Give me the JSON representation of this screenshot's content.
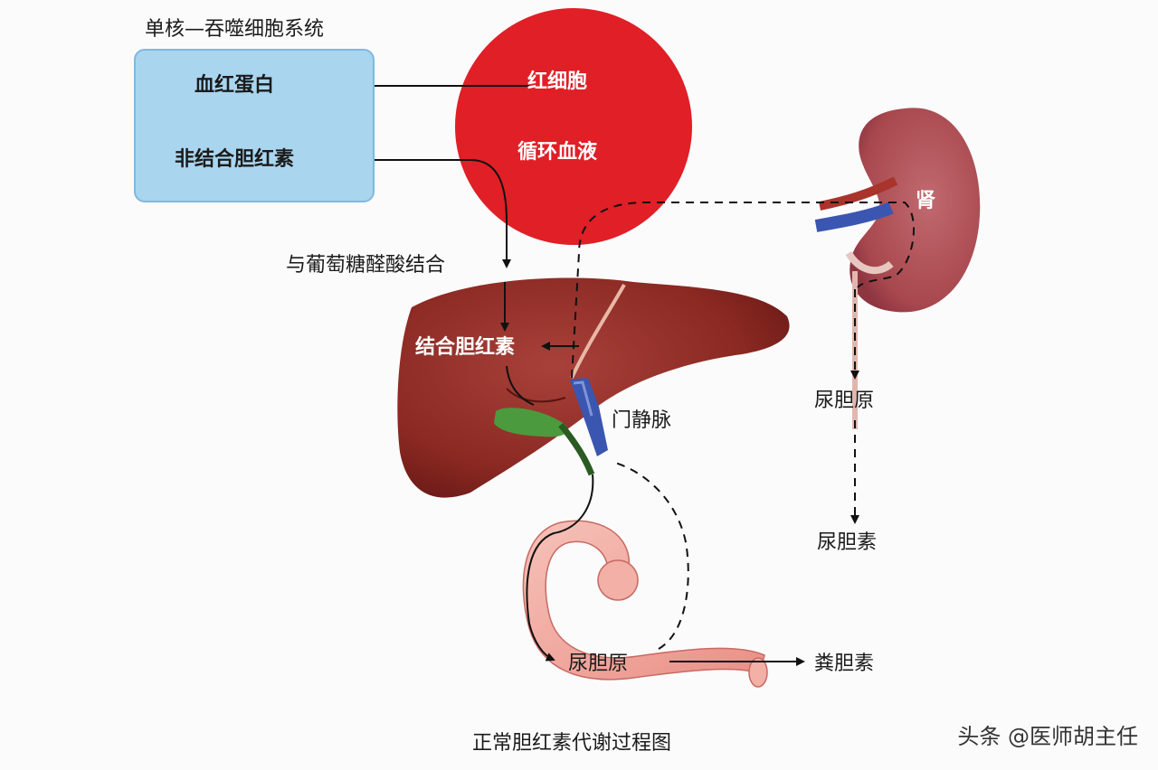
{
  "diagram": {
    "system_title": "单核—吞噬细胞系统",
    "hemoglobin": "血红蛋白",
    "unconjugated_bilirubin": "非结合胆红素",
    "red_blood_cell": "红细胞",
    "circulating_blood": "循环血液",
    "glucuronic_conjugation": "与葡萄糖醛酸结合",
    "conjugated_bilirubin": "结合胆红素",
    "portal_vein": "门静脉",
    "kidney": "肾",
    "urobilinogen_urine": "尿胆原",
    "urobilin": "尿胆素",
    "urobilinogen_intestine": "尿胆原",
    "stercobilin": "粪胆素",
    "caption": "正常胆红素代谢过程图"
  },
  "watermark": "头条 @医师胡主任",
  "colors": {
    "liver": "#8e2a24",
    "blood": "#e01f26",
    "box": "#a9d5ef",
    "kidney": "#b3545a",
    "intestine": "#f1a59d",
    "gallbladder": "#4c9a3e",
    "vein": "#3a56b0"
  }
}
